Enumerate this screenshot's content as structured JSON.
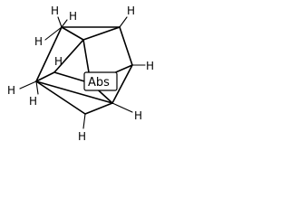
{
  "molecule": {
    "stereo_label": "Abs",
    "atoms": [
      {
        "id": "C1",
        "element": "C"
      },
      {
        "id": "C2",
        "element": "C"
      },
      {
        "id": "C3",
        "element": "C"
      },
      {
        "id": "C4",
        "element": "C"
      },
      {
        "id": "C5",
        "element": "C"
      },
      {
        "id": "C6",
        "element": "C"
      },
      {
        "id": "C7",
        "element": "C"
      },
      {
        "id": "C8",
        "element": "C"
      },
      {
        "id": "C9",
        "element": "C"
      },
      {
        "id": "C10",
        "element": "C"
      }
    ],
    "hydrogen_labels": [
      {
        "id": "h-top-left",
        "text": "H"
      },
      {
        "id": "h-top-mid",
        "text": "H"
      },
      {
        "id": "h-top-right",
        "text": "H"
      },
      {
        "id": "h-left-upper",
        "text": "H"
      },
      {
        "id": "h-right-mid",
        "text": "H"
      },
      {
        "id": "h-left-lower",
        "text": "H"
      },
      {
        "id": "h-center",
        "text": "H"
      },
      {
        "id": "h-bottom-left",
        "text": "H"
      },
      {
        "id": "h-bottom-mid",
        "text": "H"
      },
      {
        "id": "h-bottom-right",
        "text": "H"
      }
    ]
  }
}
